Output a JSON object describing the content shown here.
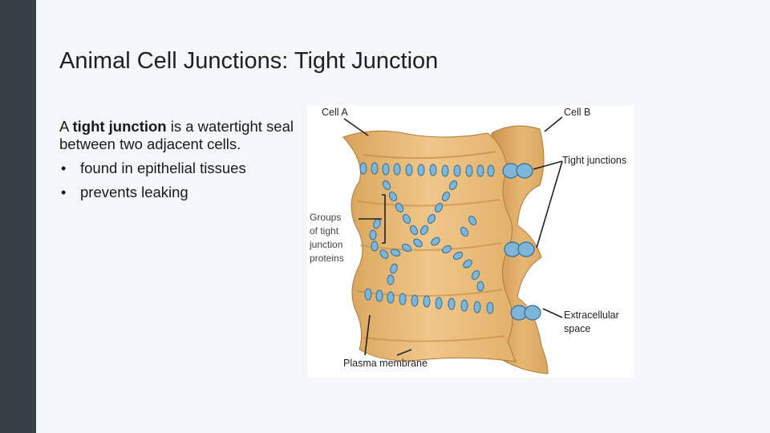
{
  "slide": {
    "title": "Animal Cell Junctions: Tight Junction",
    "intro": {
      "part1": "A ",
      "bold": "tight junction",
      "part2": " is a watertight seal between two adjacent cells."
    },
    "bullets": [
      "found in epithelial tissues",
      "prevents leaking"
    ]
  },
  "figure": {
    "labels": {
      "cell_a": "Cell A",
      "cell_b": "Cell B",
      "tight_junctions": "Tight junctions",
      "groups_line1": "Groups",
      "groups_line2": "of tight",
      "groups_line3": "junction",
      "groups_line4": "proteins",
      "extracellular_line1": "Extracellular",
      "extracellular_line2": "space",
      "plasma_membrane": "Plasma membrane"
    },
    "colors": {
      "cell": "#e9b86c",
      "cell_dark": "#c8914a",
      "protein": "#7fb5d6",
      "protein_dark": "#2f6f98",
      "sidebar": "#373f46"
    }
  }
}
